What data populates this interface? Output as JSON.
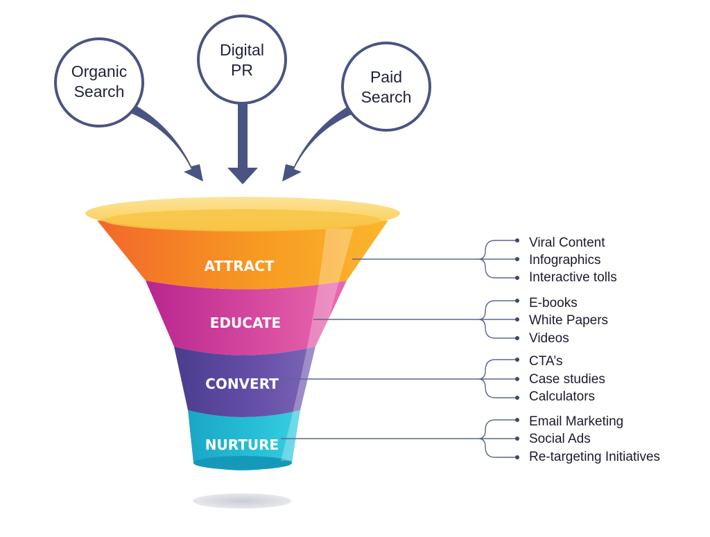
{
  "sources": [
    {
      "id": "organic-search",
      "lines": [
        "Organic",
        "Search"
      ]
    },
    {
      "id": "digital-pr",
      "lines": [
        "Digital",
        "PR"
      ]
    },
    {
      "id": "paid-search",
      "lines": [
        "Paid",
        "Search"
      ]
    }
  ],
  "stages": [
    {
      "id": "attract",
      "label": "ATTRACT",
      "tactics": [
        "Viral Content",
        "Infographics",
        "Interactive tolls"
      ]
    },
    {
      "id": "educate",
      "label": "EDUCATE",
      "tactics": [
        "E-books",
        "White Papers",
        "Videos"
      ]
    },
    {
      "id": "convert",
      "label": "CONVERT",
      "tactics": [
        "CTA’s",
        "Case studies",
        "Calculators"
      ]
    },
    {
      "id": "nurture",
      "label": "NURTURE",
      "tactics": [
        "Email Marketing",
        "Social Ads",
        "Re-targeting Initiatives"
      ]
    }
  ],
  "colors": {
    "circle_stroke": "#4a5482",
    "arrow": "#4a5482",
    "rim": "#fcd55a",
    "attract": "#f7931e",
    "educate": "#d6409a",
    "convert": "#5c4a9c",
    "nurture": "#1fb3c8",
    "shadow": "#d9dbe0"
  }
}
